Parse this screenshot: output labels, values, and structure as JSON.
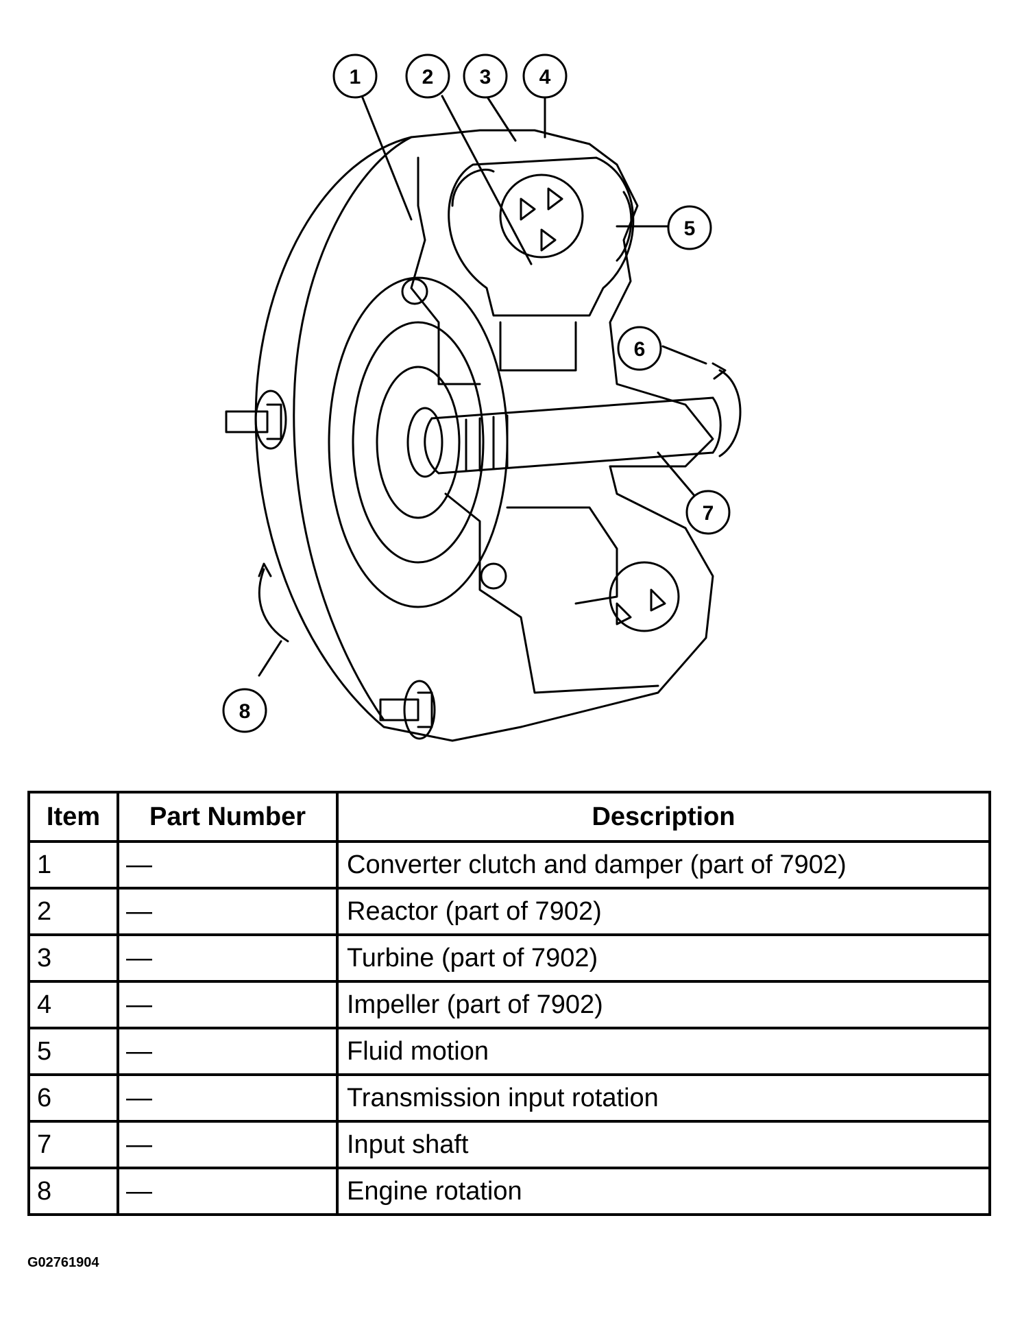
{
  "callouts": [
    "1",
    "2",
    "3",
    "4",
    "5",
    "6",
    "7",
    "8"
  ],
  "table": {
    "headers": {
      "item": "Item",
      "part_number": "Part Number",
      "description": "Description"
    },
    "rows": [
      {
        "item": "1",
        "part_number": "—",
        "description": "Converter clutch and damper (part of 7902)"
      },
      {
        "item": "2",
        "part_number": "—",
        "description": "Reactor (part of 7902)"
      },
      {
        "item": "3",
        "part_number": "—",
        "description": "Turbine (part of 7902)"
      },
      {
        "item": "4",
        "part_number": "—",
        "description": "Impeller (part of 7902)"
      },
      {
        "item": "5",
        "part_number": "—",
        "description": "Fluid motion"
      },
      {
        "item": "6",
        "part_number": "—",
        "description": "Transmission input rotation"
      },
      {
        "item": "7",
        "part_number": "—",
        "description": "Input shaft"
      },
      {
        "item": "8",
        "part_number": "—",
        "description": "Engine rotation"
      }
    ]
  },
  "figure_id": "G02761904"
}
